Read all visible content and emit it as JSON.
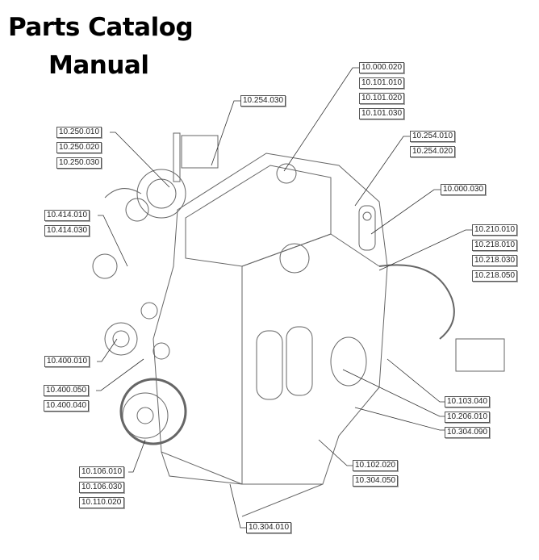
{
  "title": {
    "line1": "Parts Catalog",
    "line2": "Manual"
  },
  "callouts": [
    {
      "id": "g1",
      "labels": [
        "10.254.030"
      ]
    },
    {
      "id": "g2",
      "labels": [
        "10.000.020",
        "10.101.010",
        "10.101.020",
        "10.101.030"
      ]
    },
    {
      "id": "g3",
      "labels": [
        "10.250.010",
        "10.250.020",
        "10.250.030"
      ]
    },
    {
      "id": "g4",
      "labels": [
        "10.254.010",
        "10.254.020"
      ]
    },
    {
      "id": "g5",
      "labels": [
        "10.000.030"
      ]
    },
    {
      "id": "g6",
      "labels": [
        "10.414.010",
        "10.414.030"
      ]
    },
    {
      "id": "g7",
      "labels": [
        "10.210.010",
        "10.218.010",
        "10.218.030",
        "10.218.050"
      ]
    },
    {
      "id": "g8",
      "labels": [
        "10.400.010"
      ]
    },
    {
      "id": "g9",
      "labels": [
        "10.400.050",
        "10.400.040"
      ]
    },
    {
      "id": "g10",
      "labels": [
        "10.103.040",
        "10.206.010",
        "10.304.090"
      ]
    },
    {
      "id": "g11",
      "labels": [
        "10.106.010",
        "10.106.030",
        "10.110.020"
      ]
    },
    {
      "id": "g12",
      "labels": [
        "10.102.020",
        "10.304.050"
      ]
    },
    {
      "id": "g13",
      "labels": [
        "10.304.010"
      ]
    }
  ]
}
